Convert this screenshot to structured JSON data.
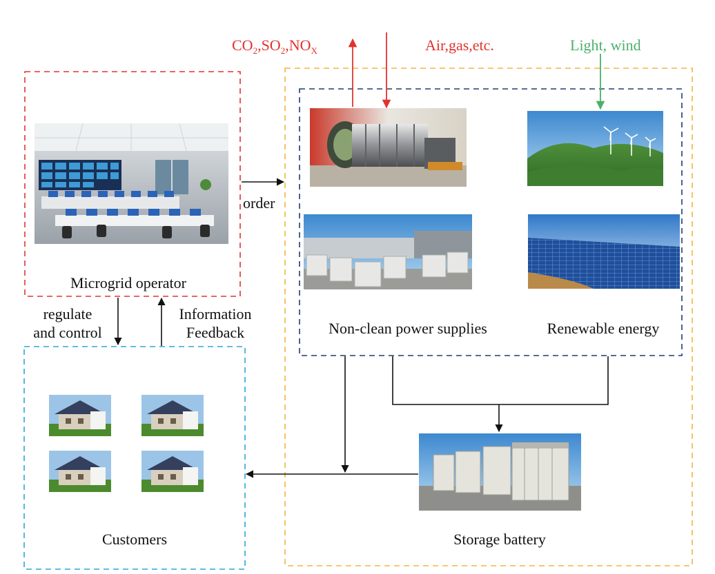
{
  "colors": {
    "emission": "#e0332f",
    "input": "#e0332f",
    "renewable_input": "#4caf6a",
    "operator_box": "#e0332f",
    "generation_box": "#f0b53c",
    "supplies_box": "#1f3b73",
    "customers_box": "#2ba6d6",
    "arrow": "#111111"
  },
  "labels": {
    "emissions": {
      "co": "CO",
      "co_sub": "2",
      "so": ",SO",
      "so_sub": "2",
      "no": ",NO",
      "no_sub": "X"
    },
    "inputs": "Air,gas,etc.",
    "renewable_inputs": "Light, wind",
    "operator": "Microgrid operator",
    "order": "order",
    "regulate_line1": "regulate",
    "regulate_line2": "and control",
    "feedback_line1": "Information",
    "feedback_line2": "Feedback",
    "non_clean": "Non-clean power supplies",
    "renewable": "Renewable energy",
    "customers": "Customers",
    "storage": "Storage battery"
  },
  "icons": {
    "control_room": "control-room-photo",
    "gas_turbine": "gas-turbine-photo",
    "wind_farm": "wind-turbine-photo",
    "generator_units": "generator-units-photo",
    "solar_farm": "solar-panel-photo",
    "house": "solar-house-photo",
    "storage": "battery-container-photo"
  }
}
